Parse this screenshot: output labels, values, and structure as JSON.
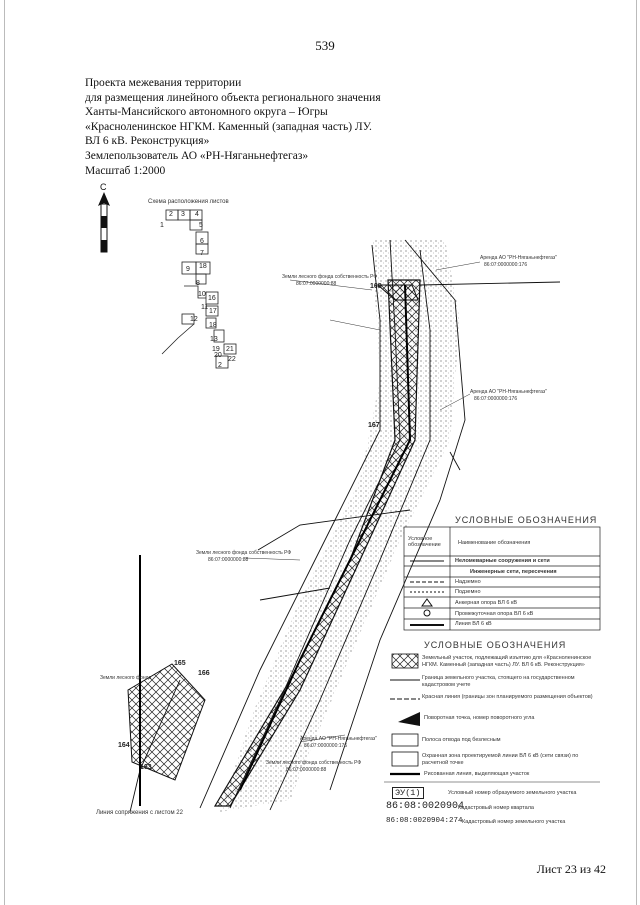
{
  "page_number": "539",
  "header": {
    "lines": [
      "Проекта межевания территории",
      "для размещения линейного объекта регионального значения",
      "Ханты-Мансийского автономного округа – Югры",
      "«Красноленинское НГКМ. Каменный (западная часть) ЛУ.",
      "ВЛ 6 кВ. Реконструкция»",
      "Землепользователь АО «РН-Няганьнефтегаз»",
      "Масштаб 1:2000"
    ]
  },
  "north_label": "С",
  "scheme_title": "Схема расположения листов",
  "scheme_numbers": [
    "2",
    "3",
    "4",
    "1",
    "5",
    "6",
    "7",
    "9",
    "18",
    "8",
    "10",
    "16",
    "11",
    "17",
    "12",
    "18",
    "13",
    "19",
    "20",
    "21",
    "22",
    "2"
  ],
  "map": {
    "point_labels": [
      "168",
      "167",
      "165",
      "166",
      "164",
      "163"
    ],
    "small_labels": [
      "Аренда АО \"РН-Няганьнефтегаз\"",
      "86:07:0000000:176",
      "Земли лесного фонда собственность РФ",
      "86:07:0000000:88",
      "Аренда АО \"РН-Няганьнефтегаз\"",
      "86:07:0000000:176",
      "Земли лесного фонда собственность РФ",
      "86:07:0000000:88",
      "Аренда АО \"РН-Няганьнефтегаз\"",
      "86:07:0000000:176",
      "Земли лесного фонда собственность РФ",
      "86:07:0000000:88",
      "Земли лесного фонда",
      "Линия сопряжения с листом 22"
    ]
  },
  "legend1": {
    "title": "УСЛОВНЫЕ ОБОЗНАЧЕНИЯ",
    "col1": "Условное обозначение",
    "col2": "Наименование обозначения",
    "rows": [
      "Неломеварные сооружения и сети",
      "Инженерные сети, пересечения",
      "Надземно",
      "Подземно",
      "Анкерная опора ВЛ 6 кВ",
      "Промежуточная опора ВЛ 6 кВ",
      "Линия ВЛ 6 кВ"
    ]
  },
  "legend2": {
    "title": "УСЛОВНЫЕ ОБОЗНАЧЕНИЯ",
    "rows": [
      "Земельный участок, подлежащий изъятию для «Красноленинское НГКМ. Каменный (западная часть) ЛУ. ВЛ 6 кВ. Реконструкция»",
      "Граница земельного участка, стоящего на государственном кадастровом учете",
      "Красная линия (границы зон планируемого размещения объектов)",
      "Поворотная точка, номер поворотного угла",
      "Полоса отвода под безлесным",
      "Охранная зона проектируемой линии ВЛ 6 кВ (сети связи) по расчетной точке",
      "Рисованная линия, выделяющая участок"
    ],
    "codes": [
      "ЭУ(1)",
      "86:08:0020904",
      "86:08:0020904:274"
    ],
    "code_notes": [
      "Условный номер образуемого земельного участка",
      "Кадастровый номер квартала",
      "Кадастровый номер земельного участка"
    ]
  },
  "sheet_label": "Лист 23 из 42"
}
